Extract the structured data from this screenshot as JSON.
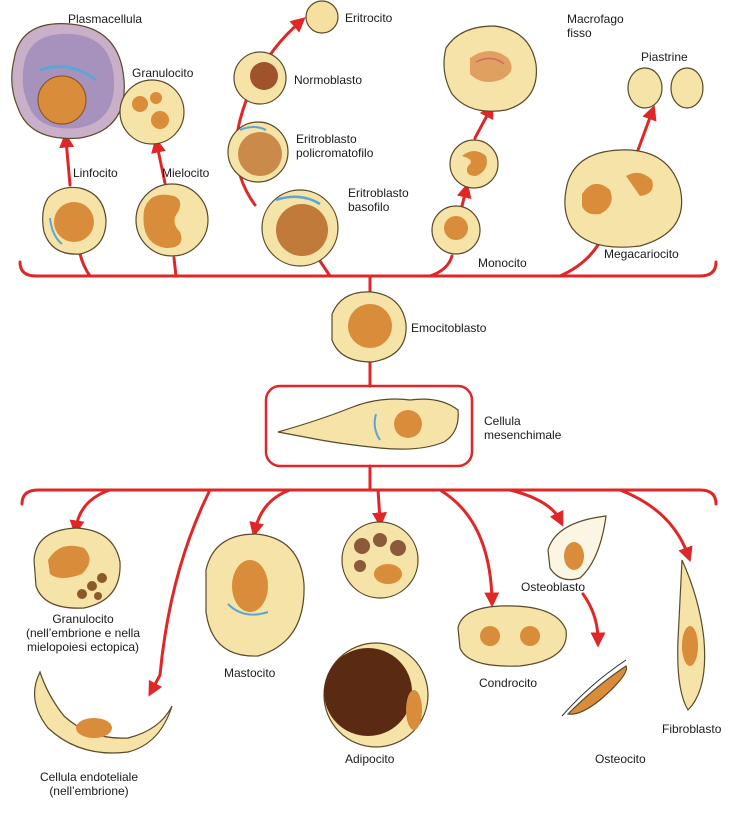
{
  "colors": {
    "arrow": "#e02626",
    "cell_fill": "#f5e3a8",
    "nucleus": "#d98c3a",
    "nucleus_dark": "#b0622a",
    "organelle": "#5aa7d6",
    "granule": "#8a5a2a",
    "fat": "#5a2a12"
  },
  "labels": {
    "plasmacellula": "Plasmacellula",
    "granulocito_top": "Granulocito",
    "eritrocito": "Eritrocito",
    "macrofago": "Macrofago\nfisso",
    "piastrine": "Piastrine",
    "normoblasto": "Normoblasto",
    "eritroblasto_poli": "Eritroblasto\npolicromatofilo",
    "linfocito": "Linfocito",
    "mielocito": "Mielocito",
    "eritroblasto_baso": "Eritroblasto\nbasofilo",
    "monocito": "Monocito",
    "megacariocito": "Megacariocito",
    "emocitoblasto": "Emocitoblasto",
    "mesenchimale": "Cellula\nmesenchimale",
    "granulocito_bottom": "Granulocito\n(nell’embrione e nella\nmielopoiesi ectopica)",
    "mastocito": "Mastocito",
    "adipocito": "Adipocito",
    "condrocito": "Condrocito",
    "osteoblasto": "Osteoblasto",
    "osteocito": "Osteocito",
    "fibroblasto": "Fibroblasto",
    "endoteliale": "Cellula endoteliale\n(nell’embrione)"
  }
}
